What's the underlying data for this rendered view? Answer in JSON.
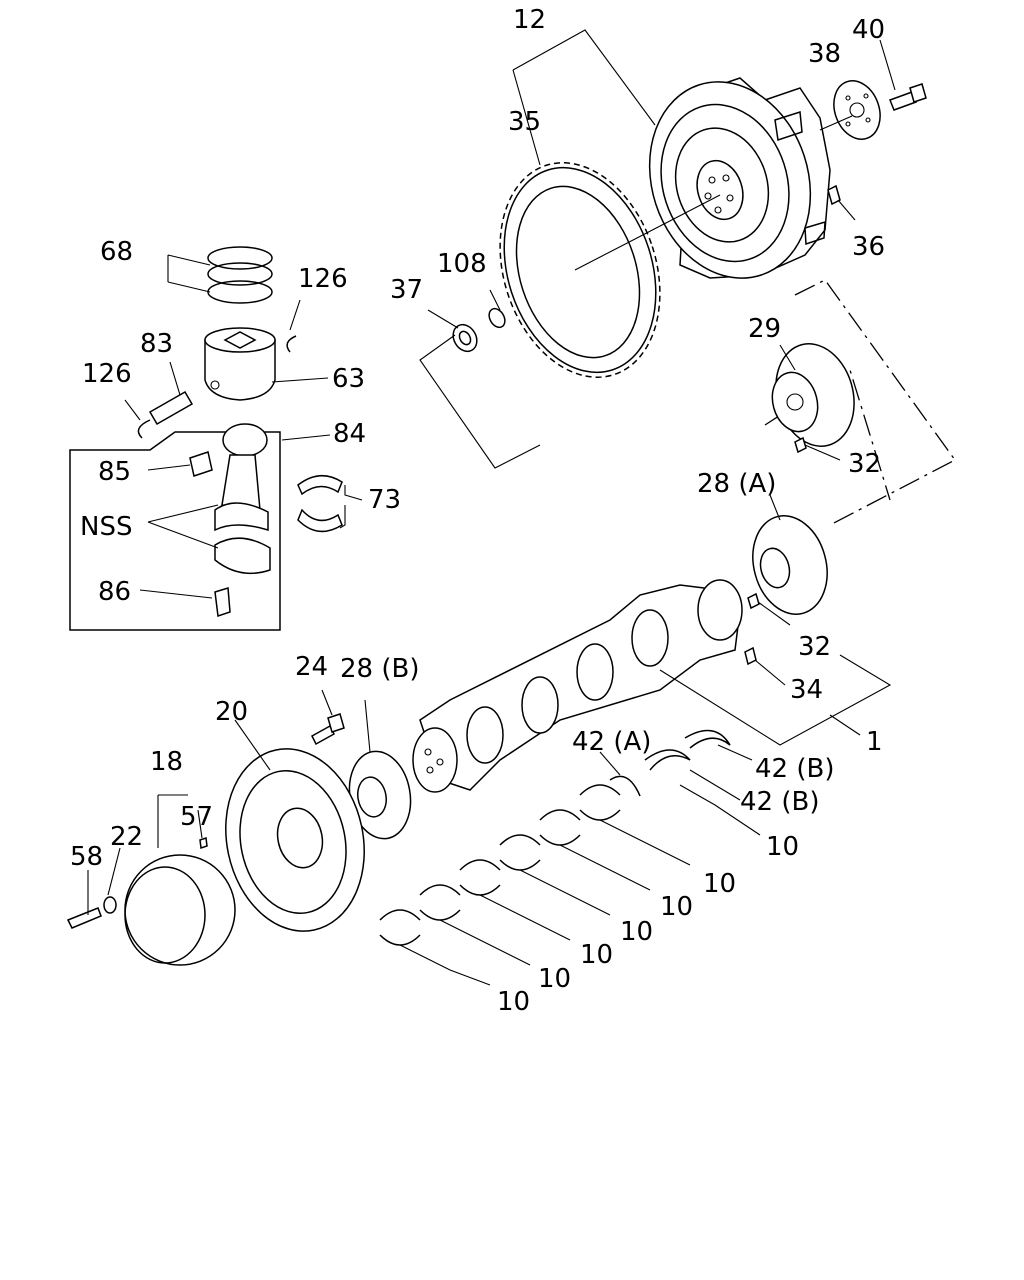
{
  "diagram": {
    "labels": {
      "p12": "12",
      "p40": "40",
      "p38": "38",
      "p35": "35",
      "p36": "36",
      "p108": "108",
      "p37": "37",
      "p68": "68",
      "p126a": "126",
      "p83": "83",
      "p126b": "126",
      "p63": "63",
      "p84": "84",
      "p85": "85",
      "p73": "73",
      "nss": "NSS",
      "p86": "86",
      "p29": "29",
      "p32a": "32",
      "p28a": "28 (A)",
      "p32b": "32",
      "p34": "34",
      "p1": "1",
      "p24": "24",
      "p28b": "28 (B)",
      "p20": "20",
      "p18": "18",
      "p57": "57",
      "p22": "22",
      "p58": "58",
      "p42a": "42 (A)",
      "p42b1": "42 (B)",
      "p42b2": "42 (B)",
      "p10a": "10",
      "p10b": "10",
      "p10c": "10",
      "p10d": "10",
      "p10e": "10",
      "p10f": "10",
      "p10g": "10"
    }
  }
}
